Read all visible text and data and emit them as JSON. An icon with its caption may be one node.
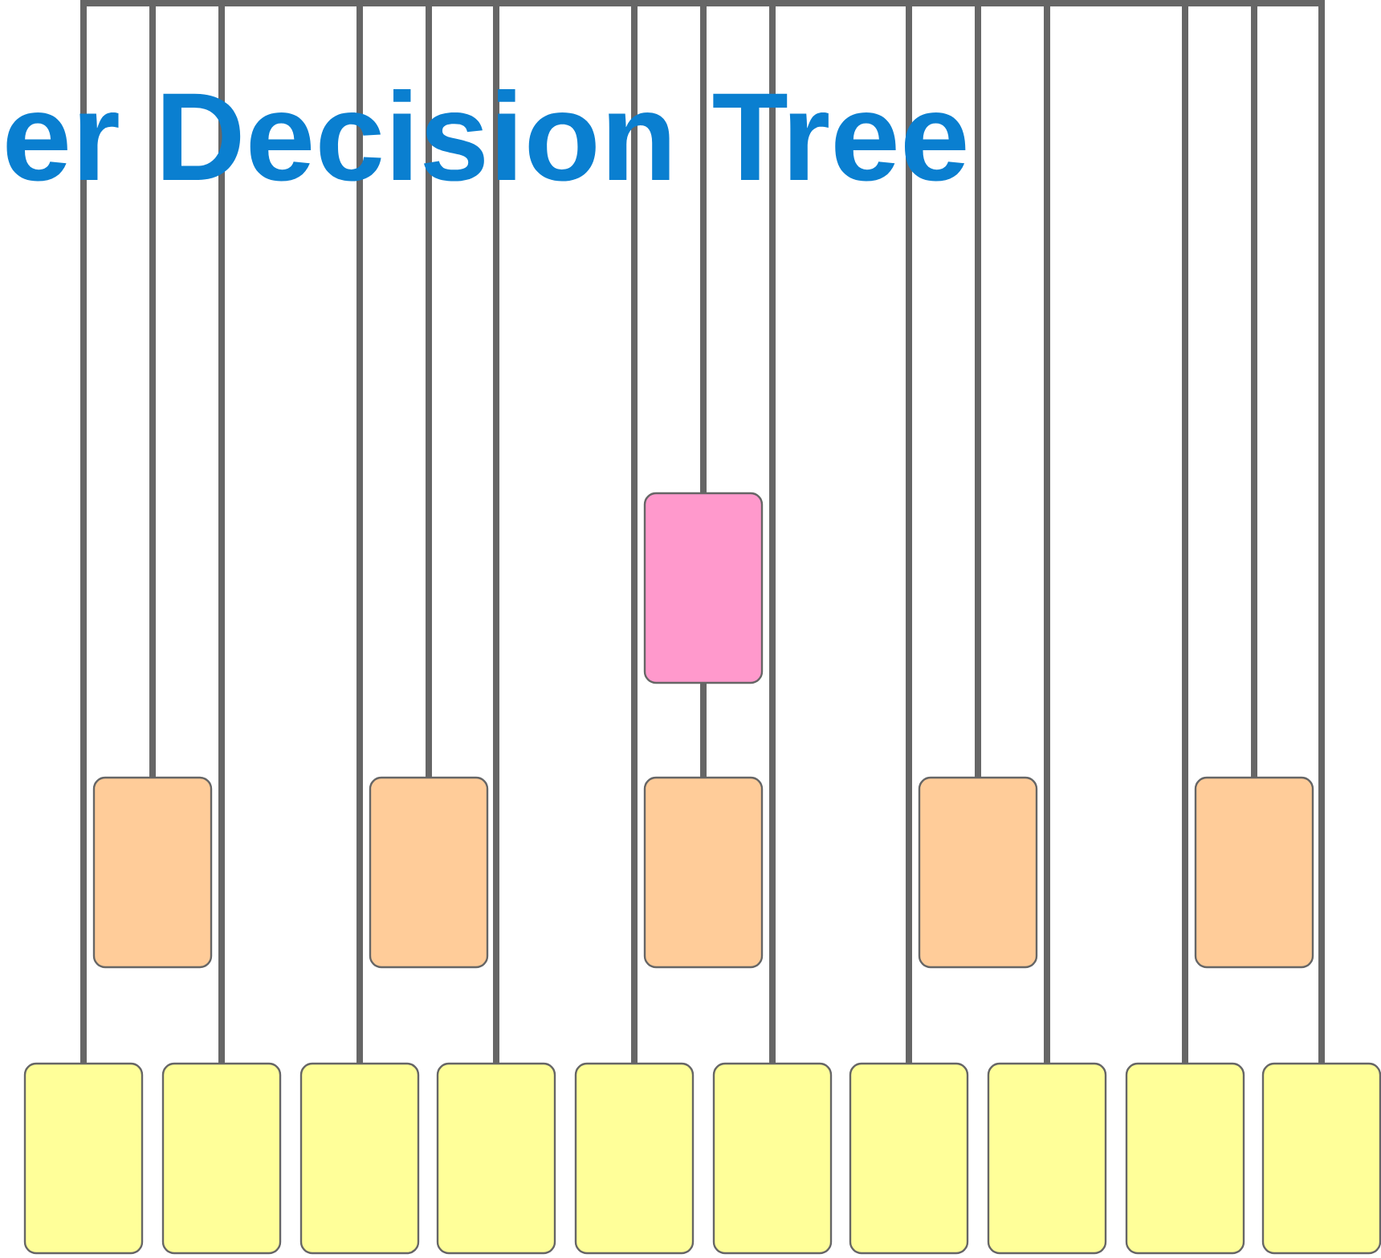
{
  "diagram": {
    "title": "er Decision Tree",
    "nodes": [
      {
        "text": [],
        "shape": "box"
      },
      {
        "text": [],
        "shape": "box"
      },
      {
        "text": [],
        "shape": "box"
      },
      {
        "text": [],
        "shape": "box"
      },
      {
        "text": [],
        "shape": "box"
      },
      {
        "text": [],
        "shape": "box"
      },
      {
        "text": [],
        "shape": "box"
      },
      {
        "text": [],
        "shape": "box"
      },
      {
        "text": [],
        "shape": "box"
      },
      {
        "text": [],
        "shape": "box"
      },
      {
        "text": [],
        "shape": "box"
      },
      {
        "text": [],
        "shape": "box"
      },
      {
        "text": [],
        "shape": "box"
      },
      {
        "text": [],
        "shape": "box"
      },
      {
        "text": [],
        "shape": "box"
      },
      {
        "text": [],
        "shape": "box"
      }
    ],
    "edges": [
      {
        "from": null,
        "to": 0,
        "arrow": "none"
      },
      {
        "from": 0,
        "to": 3,
        "arrow": "none"
      },
      {
        "from": null,
        "to": 1,
        "arrow": "none"
      },
      {
        "from": null,
        "to": 2,
        "arrow": "none"
      },
      {
        "from": null,
        "to": 4,
        "arrow": "none"
      },
      {
        "from": null,
        "to": 5,
        "arrow": "none"
      },
      {
        "from": null,
        "to": 6,
        "arrow": "none"
      },
      {
        "from": null,
        "to": 7,
        "arrow": "none"
      },
      {
        "from": null,
        "to": 8,
        "arrow": "none"
      },
      {
        "from": null,
        "to": 9,
        "arrow": "none"
      },
      {
        "from": null,
        "to": 10,
        "arrow": "none"
      },
      {
        "from": null,
        "to": 11,
        "arrow": "none"
      },
      {
        "from": null,
        "to": 12,
        "arrow": "none"
      },
      {
        "from": null,
        "to": 13,
        "arrow": "none"
      },
      {
        "from": null,
        "to": 14,
        "arrow": "none"
      },
      {
        "from": null,
        "to": 15,
        "arrow": "none"
      }
    ]
  }
}
